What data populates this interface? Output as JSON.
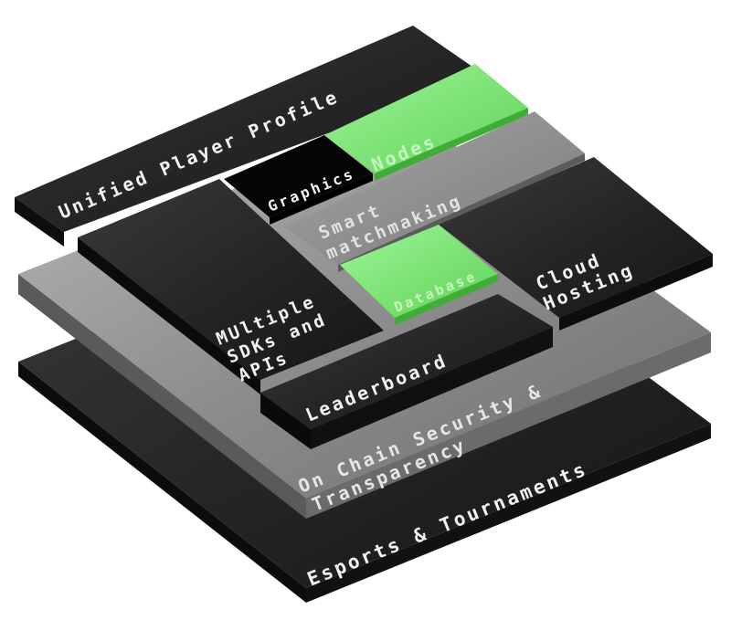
{
  "layers": {
    "esports": "Esports & Tournaments",
    "security_line1": "On Chain Security &",
    "security_line2": "Transparency",
    "leaderboard": "Leaderboard",
    "sdks_line1": "MUltiple",
    "sdks_line2": "SDKs and",
    "sdks_line3": "APIs",
    "profile": "Unified Player Profile",
    "graphics": "Graphics",
    "nodes": "Nodes",
    "matchmaking_line1": "Smart",
    "matchmaking_line2": "matchmaking",
    "database": "Database",
    "cloud_line1": "Cloud",
    "cloud_line2": "Hosting"
  },
  "colors": {
    "dark": "#2b2b2b",
    "darker": "#1a1a1a",
    "gray": "#8a8a8a",
    "green": "#7fe07a",
    "black": "#080808",
    "white_text": "#f2f2f2",
    "gray_text": "#d8d8d8",
    "green_text": "#b9f5b3"
  }
}
